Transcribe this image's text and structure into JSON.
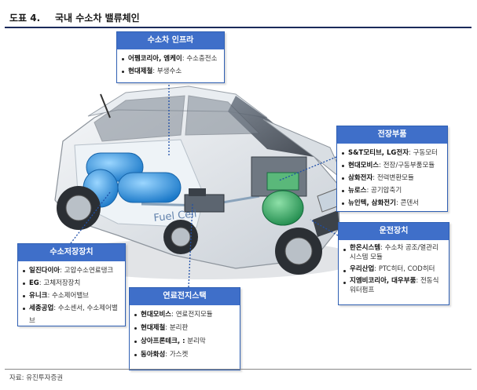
{
  "header": {
    "figure_number": "도표 4.",
    "title": "국내 수소차 밸류체인"
  },
  "callouts": {
    "infra": {
      "title": "수소차 인프라",
      "items": [
        {
          "company": "어펨코리아, 엠케이",
          "desc": "수소충전소"
        },
        {
          "company": "현대제철",
          "desc": "부생수소"
        }
      ]
    },
    "electrical": {
      "title": "전장부품",
      "items": [
        {
          "company": "S&T모티브, LG전자",
          "desc": "구동모터"
        },
        {
          "company": "현대모비스",
          "desc": "전장/구동부품모듈"
        },
        {
          "company": "삼화전자",
          "desc": "전력변환모듈"
        },
        {
          "company": "뉴로스",
          "desc": "공기압축기"
        },
        {
          "company": "뉴인텍, 삼화전기",
          "desc": "콘덴서"
        }
      ]
    },
    "storage": {
      "title": "수소저장장치",
      "items": [
        {
          "company": "일진다이아",
          "desc": "고압수소연료탱크"
        },
        {
          "company": "EG",
          "desc": "고체저장장치"
        },
        {
          "company": "유니크",
          "desc": "수소제어밸브"
        },
        {
          "company": "세종공업",
          "desc": "수소센서, 수소제어밸브"
        }
      ]
    },
    "stack": {
      "title": "연료전지스택",
      "items": [
        {
          "company": "현대모비스",
          "desc": "연료전지모듈"
        },
        {
          "company": "현대제철",
          "desc": "분리판"
        },
        {
          "company": "상아프론테크, :",
          "desc": "분리막"
        },
        {
          "company": "동아화성",
          "desc": "가스켓"
        }
      ]
    },
    "thermal": {
      "title": "운전장치",
      "items": [
        {
          "company": "한온시스템",
          "desc": "수소차 공조/열관리 시스템 모듈"
        },
        {
          "company": "우리산업",
          "desc": "PTC히터, COD히터"
        },
        {
          "company": "지엠비코리아, 대우부품",
          "desc": "전동식 워터펌프"
        }
      ]
    }
  },
  "car_text": "Fuel Cell",
  "footer": {
    "source": "자료: 유진투자증권"
  },
  "colors": {
    "accent": "#3f6fc9",
    "header_rule": "#1a2a5a",
    "tank": "#3aa0e0",
    "motor": "#2fae6a"
  }
}
